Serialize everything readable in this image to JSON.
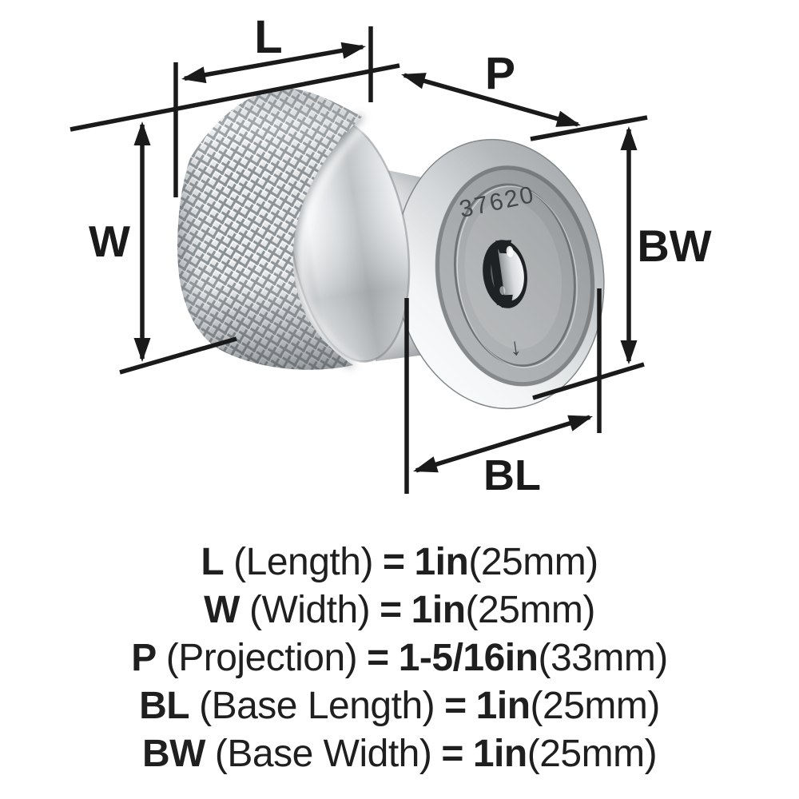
{
  "product": {
    "model_number": "37620",
    "face_mark": "↓"
  },
  "diagram": {
    "labels": {
      "length": "L",
      "width": "W",
      "projection": "P",
      "base_length": "BL",
      "base_width": "BW"
    }
  },
  "specs": [
    {
      "code": "L",
      "name": "(Length)",
      "eq": "=",
      "imperial": "1in",
      "metric": "(25mm)"
    },
    {
      "code": "W",
      "name": "(Width)",
      "eq": "=",
      "imperial": "1in",
      "metric": "(25mm)"
    },
    {
      "code": "P",
      "name": "(Projection)",
      "eq": "=",
      "imperial": "1-5/16in",
      "metric": "(33mm)"
    },
    {
      "code": "BL",
      "name": "(Base Length)",
      "eq": "=",
      "imperial": "1in",
      "metric": "(25mm)"
    },
    {
      "code": "BW",
      "name": "(Base Width)",
      "eq": "=",
      "imperial": "1in",
      "metric": "(25mm)"
    }
  ],
  "colors": {
    "dimension_line": "#1a1a1a",
    "spec_text": "#1f1f1f",
    "metal_face": "#a7abad",
    "background": "#ffffff"
  }
}
